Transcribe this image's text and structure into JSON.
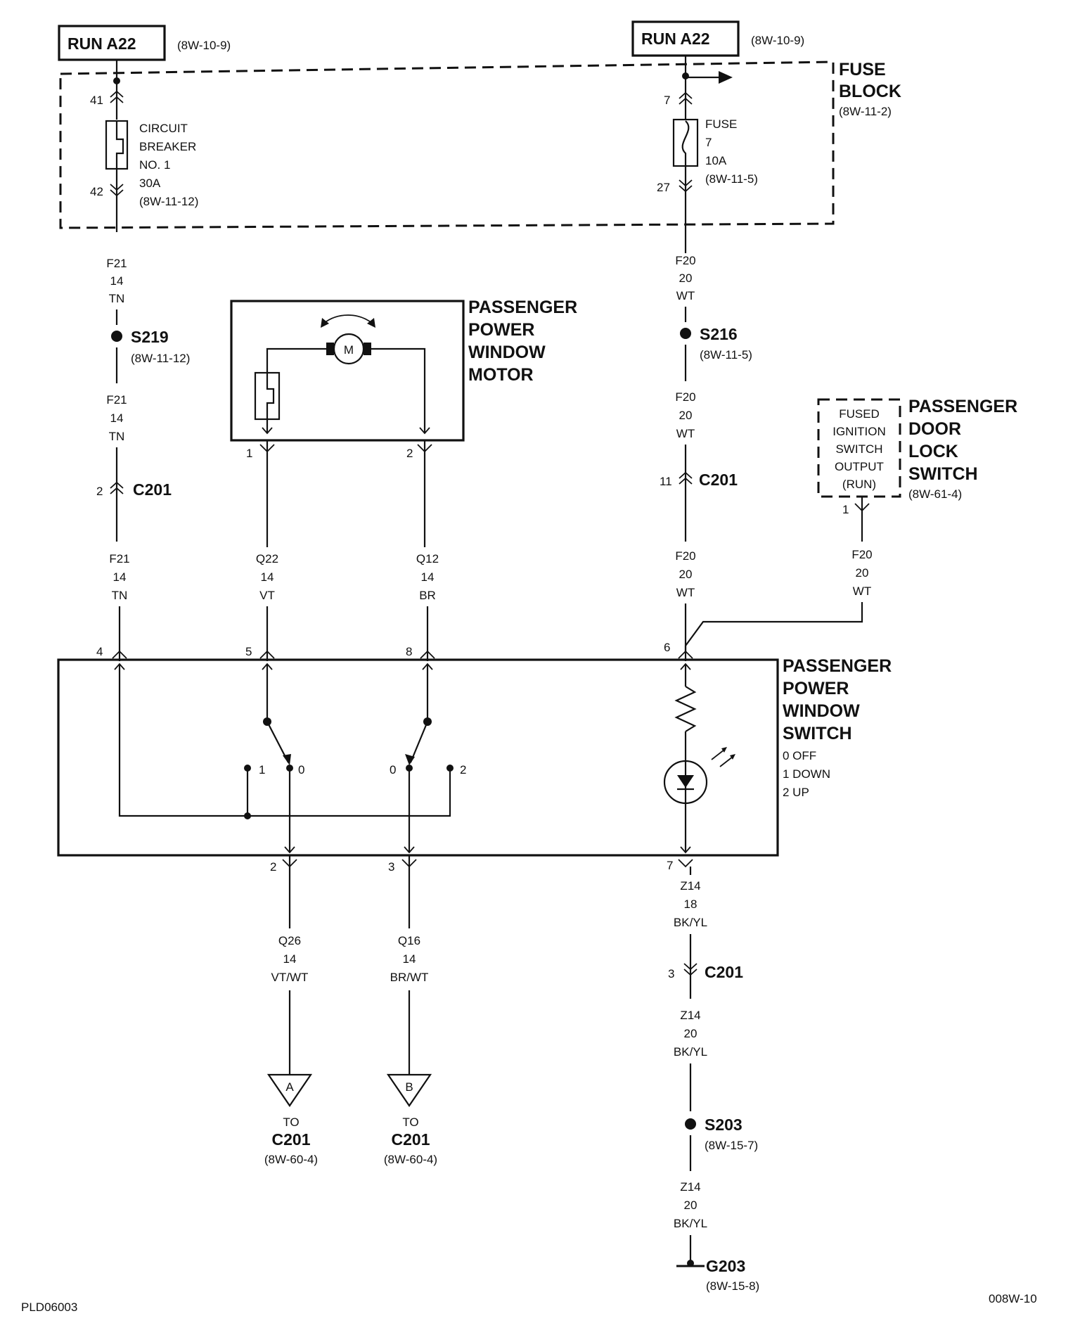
{
  "power_sources": {
    "left_label": "RUN A22",
    "left_ref": "(8W-10-9)",
    "right_label": "RUN A22",
    "right_ref": "(8W-10-9)"
  },
  "fuse_block": {
    "title_line1": "FUSE",
    "title_line2": "BLOCK",
    "ref": "(8W-11-2)",
    "breaker_pin_in": "41",
    "breaker_pin_out": "42",
    "breaker_lines": [
      "CIRCUIT",
      "BREAKER",
      "NO. 1",
      "30A",
      "(8W-11-12)"
    ],
    "fuse_pin_in": "7",
    "fuse_pin_out": "27",
    "fuse_lines": [
      "FUSE",
      "7",
      "10A",
      "(8W-11-5)"
    ]
  },
  "wires": {
    "f21_a": [
      "F21",
      "14",
      "TN"
    ],
    "f21_b": [
      "F21",
      "14",
      "TN"
    ],
    "f21_c": [
      "F21",
      "14",
      "TN"
    ],
    "f20_a": [
      "F20",
      "20",
      "WT"
    ],
    "f20_b": [
      "F20",
      "20",
      "WT"
    ],
    "f20_c": [
      "F20",
      "20",
      "WT"
    ],
    "f20_d": [
      "F20",
      "20",
      "WT"
    ],
    "q22": [
      "Q22",
      "14",
      "VT"
    ],
    "q12": [
      "Q12",
      "14",
      "BR"
    ],
    "q26": [
      "Q26",
      "14",
      "VT/WT"
    ],
    "q16": [
      "Q16",
      "14",
      "BR/WT"
    ],
    "z14_a": [
      "Z14",
      "18",
      "BK/YL"
    ],
    "z14_b": [
      "Z14",
      "20",
      "BK/YL"
    ],
    "z14_c": [
      "Z14",
      "20",
      "BK/YL"
    ]
  },
  "splices": {
    "s219": "S219",
    "s219_ref": "(8W-11-12)",
    "s216": "S216",
    "s216_ref": "(8W-11-5)",
    "s203": "S203",
    "s203_ref": "(8W-15-7)"
  },
  "connectors": {
    "c201_left": "C201",
    "c201_left_pin": "2",
    "c201_right": "C201",
    "c201_right_pin": "11",
    "c201_lower": "C201",
    "c201_lower_pin": "3"
  },
  "motor": {
    "title": [
      "PASSENGER",
      "POWER",
      "WINDOW",
      "MOTOR"
    ],
    "symbol": "M",
    "pin1": "1",
    "pin2": "2"
  },
  "door_lock_switch": {
    "title": [
      "PASSENGER",
      "DOOR",
      "LOCK",
      "SWITCH"
    ],
    "ref": "(8W-61-4)",
    "inner": [
      "FUSED",
      "IGNITION",
      "SWITCH",
      "OUTPUT",
      "(RUN)"
    ],
    "pin": "1"
  },
  "window_switch": {
    "title": [
      "PASSENGER",
      "POWER",
      "WINDOW",
      "SWITCH"
    ],
    "legend": [
      "0 OFF",
      "1 DOWN",
      "2 UP"
    ],
    "pin4": "4",
    "pin5": "5",
    "pin8": "8",
    "pin6": "6",
    "pin2": "2",
    "pin3": "3",
    "pin7": "7",
    "pos_left_1": "1",
    "pos_left_0": "0",
    "pos_right_0": "0",
    "pos_right_2": "2"
  },
  "off_page": {
    "a_letter": "A",
    "a_to": "TO",
    "a_target": "C201",
    "a_ref": "(8W-60-4)",
    "b_letter": "B",
    "b_to": "TO",
    "b_target": "C201",
    "b_ref": "(8W-60-4)"
  },
  "ground": {
    "label": "G203",
    "ref": "(8W-15-8)"
  },
  "footer": {
    "left_code": "PLD06003",
    "right_code": "008W-10"
  }
}
